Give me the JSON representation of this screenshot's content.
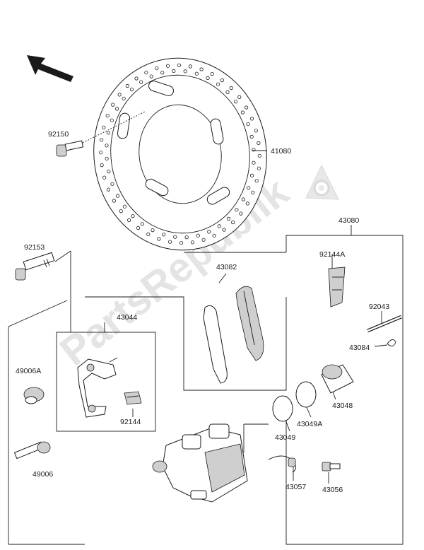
{
  "watermark": {
    "text": "PartsRepublik"
  },
  "labels": {
    "p41080": "41080",
    "p92150": "92150",
    "p43080": "43080",
    "p92153": "92153",
    "p43082": "43082",
    "p92144A": "92144A",
    "p92043": "92043",
    "p43084": "43084",
    "p43044": "43044",
    "p49006A": "49006A",
    "p92144": "92144",
    "p43048": "43048",
    "p43049A": "43049A",
    "p43049": "43049",
    "p49006": "49006",
    "p43057": "43057",
    "p43056": "43056"
  },
  "icons": [
    "direction-arrow-icon",
    "gear-icon"
  ]
}
